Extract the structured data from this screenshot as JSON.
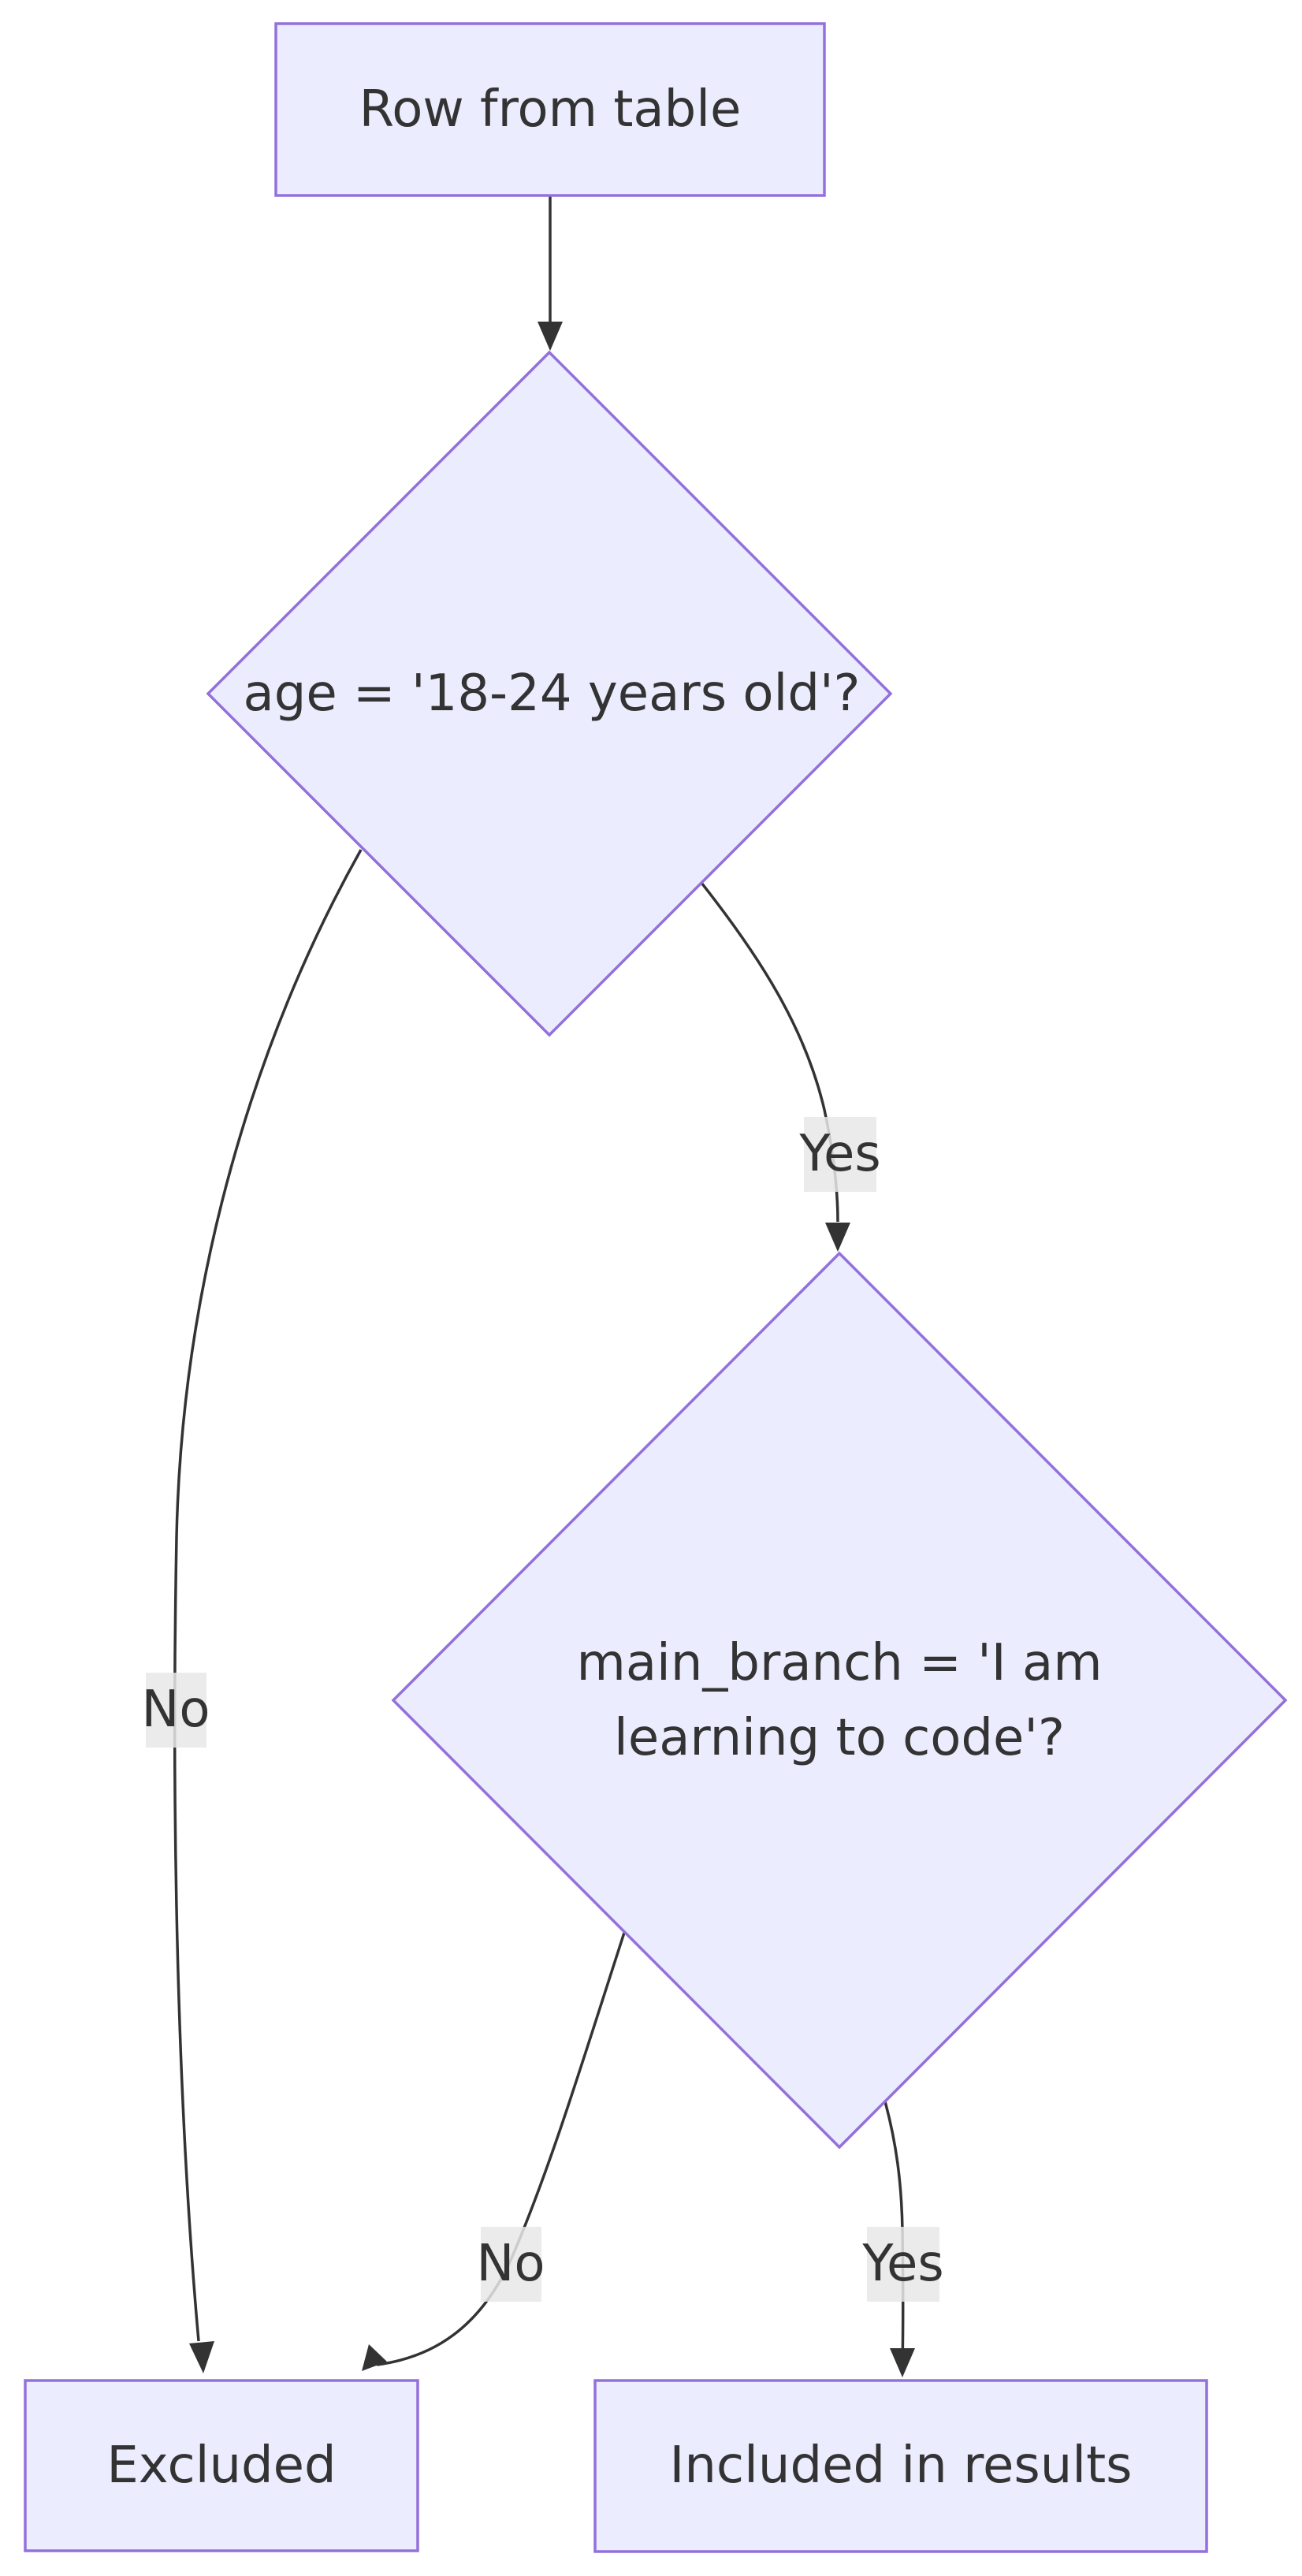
{
  "diagram": {
    "type": "flowchart",
    "colors": {
      "background": "#ffffff",
      "node_fill": "#ECECFF",
      "node_border": "#9370DB",
      "edge_color": "#333333",
      "edge_label_bg": "#e8e8e8",
      "text_color": "#333333"
    },
    "nodes": {
      "start": {
        "shape": "rectangle",
        "label": "Row from table"
      },
      "age_check": {
        "shape": "diamond",
        "label": "age = '18-24 years old'?"
      },
      "branch_check": {
        "shape": "diamond",
        "label": "main_branch = 'I am learning to code'?",
        "label_line1": "main_branch = 'I am",
        "label_line2": "learning to code'?"
      },
      "excluded": {
        "shape": "rectangle",
        "label": "Excluded"
      },
      "included": {
        "shape": "rectangle",
        "label": "Included in results"
      }
    },
    "edges": [
      {
        "from": "start",
        "to": "age_check",
        "label": ""
      },
      {
        "from": "age_check",
        "to": "branch_check",
        "label": "Yes"
      },
      {
        "from": "age_check",
        "to": "excluded",
        "label": "No"
      },
      {
        "from": "branch_check",
        "to": "excluded",
        "label": "No"
      },
      {
        "from": "branch_check",
        "to": "included",
        "label": "Yes"
      }
    ],
    "edge_labels": {
      "age_yes": "Yes",
      "age_no": "No",
      "branch_no": "No",
      "branch_yes": "Yes"
    }
  }
}
